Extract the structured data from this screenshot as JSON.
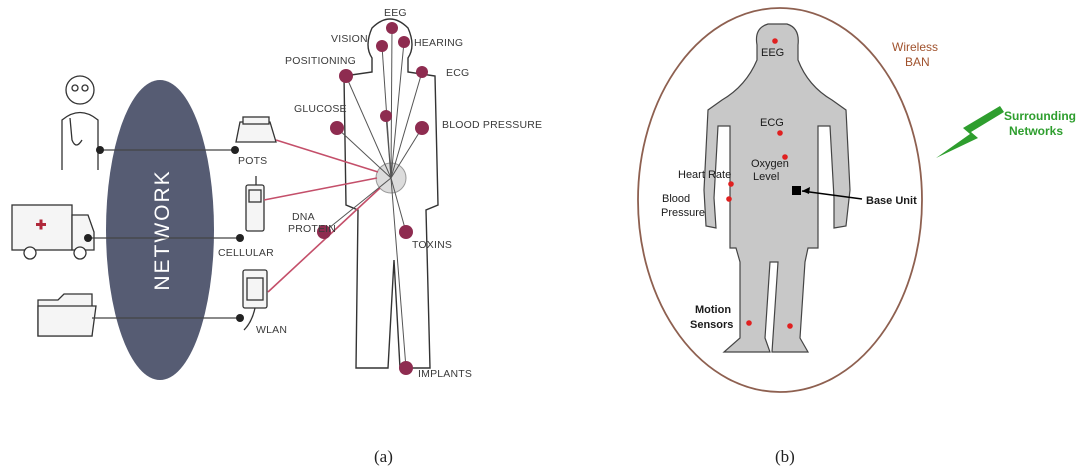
{
  "colors": {
    "sensor_node": "#8e2c50",
    "network_oval": "#565c73",
    "wban_outline": "#8e6050",
    "wban_label": "#a0522d",
    "surrounding_label": "#2e9e2e",
    "body_fill": "#c8c8c8",
    "red_sensor": "#e02020"
  },
  "panel_a": {
    "network_label": "NETWORK",
    "devices": {
      "pots": "POTS",
      "cellular": "CELLULAR",
      "wlan": "WLAN"
    },
    "sensors": {
      "eeg": "EEG",
      "vision": "VISION",
      "hearing": "HEARING",
      "positioning": "POSITIONING",
      "ecg": "ECG",
      "glucose": "GLUCOSE",
      "blood_pressure": "BLOOD PRESSURE",
      "dna_line1": "DNA",
      "dna_line2": "PROTEIN",
      "toxins": "TOXINS",
      "implants": "IMPLANTS"
    },
    "caption": "(a)"
  },
  "panel_b": {
    "eeg": "EEG",
    "ecg": "ECG",
    "oxygen_line1": "Oxygen",
    "oxygen_line2": "Level",
    "heart_rate": "Heart Rate",
    "blood_line1": "Blood",
    "blood_line2": "Pressure",
    "base_unit": "Base Unit",
    "motion_line1": "Motion",
    "motion_line2": "Sensors",
    "wireless_line1": "Wireless",
    "wireless_line2": "BAN",
    "surrounding_line1": "Surrounding",
    "surrounding_line2": "Networks",
    "caption": "(b)"
  }
}
